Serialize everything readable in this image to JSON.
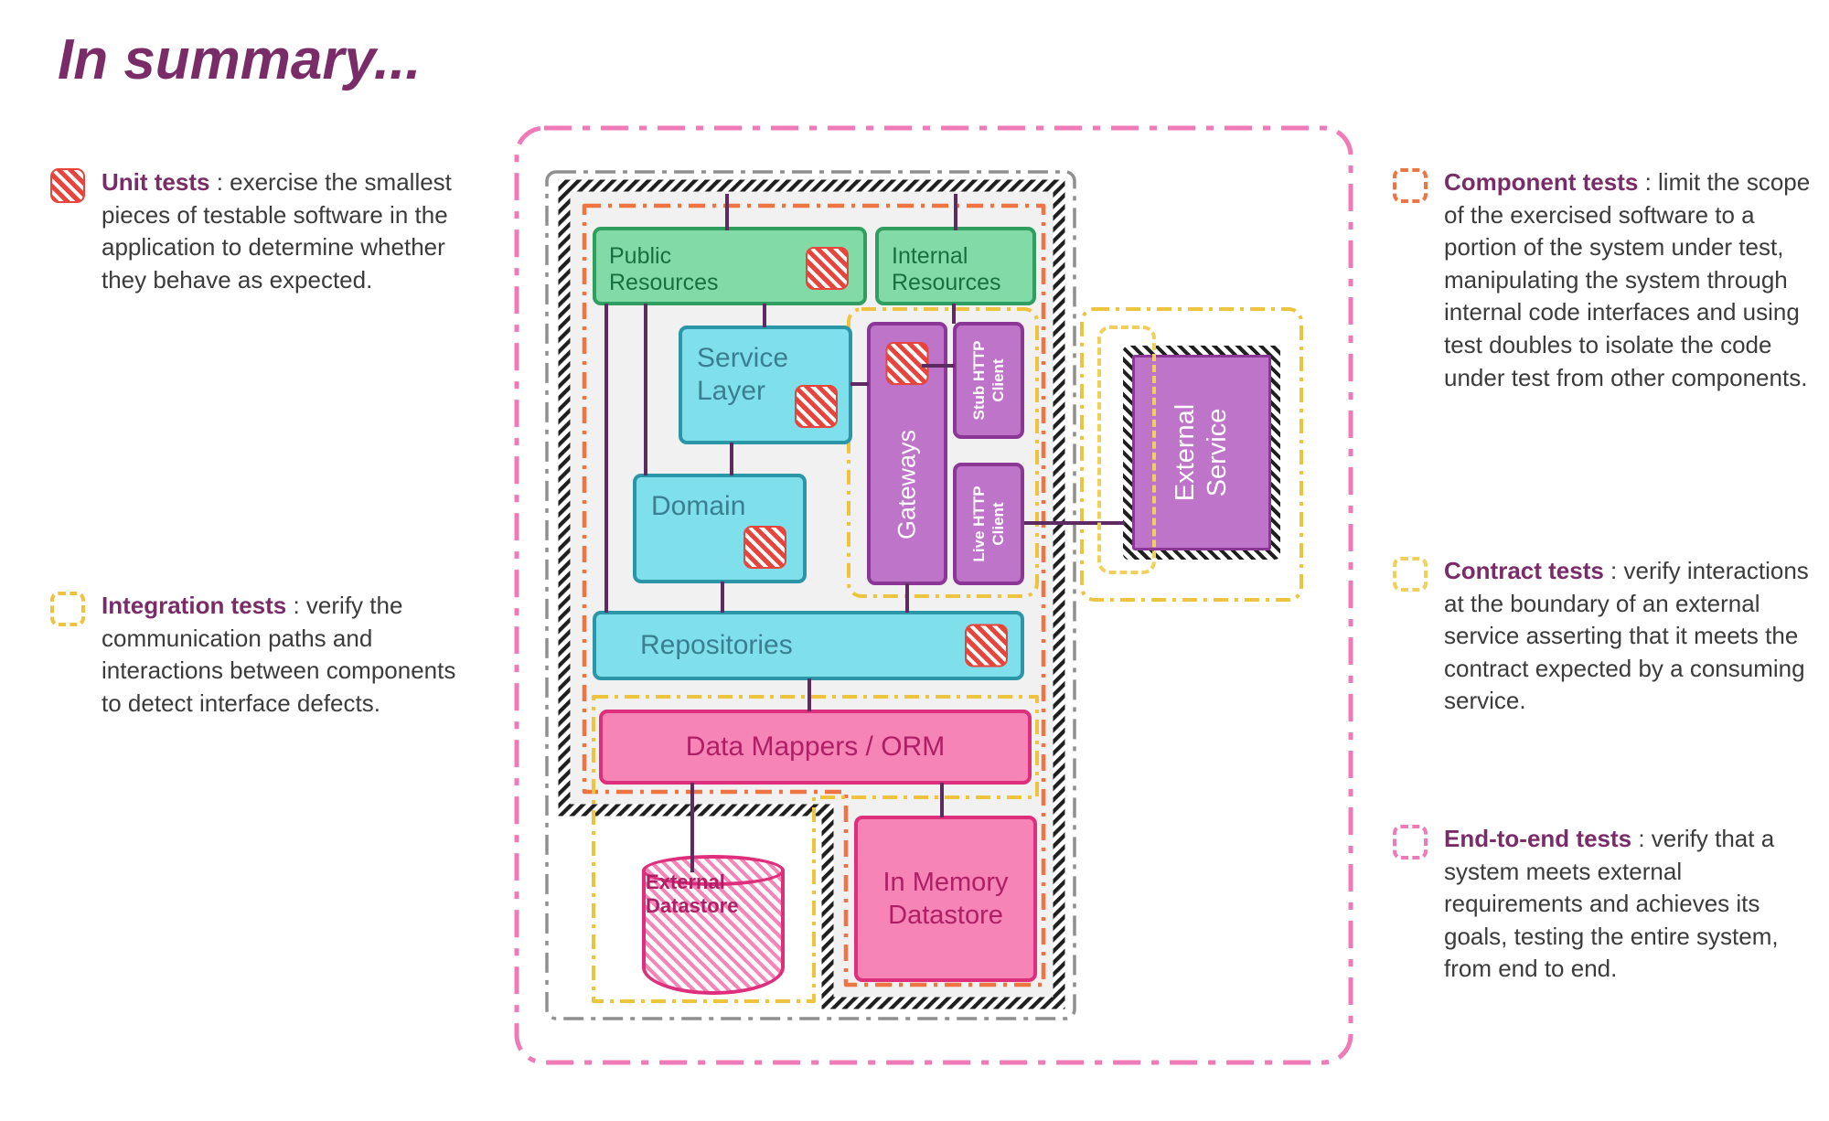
{
  "title": "In summary...",
  "legend": {
    "unit": {
      "icon": "red-hatched-square",
      "term": "Unit tests",
      "desc": " : exercise the smallest pieces of testable software in the application to determine whether they behave as expected."
    },
    "integration": {
      "icon": "yellow-dashed-square",
      "term": "Integration tests",
      "desc": " : verify the communication paths and interactions between components to detect interface defects."
    },
    "component": {
      "icon": "orange-dashed-square",
      "term": "Component tests",
      "desc": " : limit the scope of the exercised software to a portion of the system under test, manipulating the system through internal code interfaces and using test doubles to isolate the code under test from other components."
    },
    "contract": {
      "icon": "pale-yellow-dashed-square",
      "term": "Contract tests",
      "desc": " : verify interactions at the boundary of an external service asserting that it meets the contract expected by a consuming service."
    },
    "end_to_end": {
      "icon": "pink-dashed-square",
      "term": "End-to-end tests",
      "desc": " : verify that a system meets external requirements and achieves its goals, testing the entire system, from end to end."
    }
  },
  "diagram": {
    "nodes": {
      "public_resources": "Public Resources",
      "internal_resources": "Internal Resources",
      "service_layer": "Service Layer",
      "domain": "Domain",
      "gateways": "Gateways",
      "stub_http_client": "Stub HTTP Client",
      "live_http_client": "Live HTTP Client",
      "repositories": "Repositories",
      "data_mappers": "Data Mappers / ORM",
      "in_memory_datastore": "In Memory Datastore",
      "external_datastore": "External Datastore",
      "external_service": "External Service"
    }
  },
  "colors": {
    "heading_purple": "#7a2c68",
    "unit_red": "#e8443c",
    "integration_yellow": "#eec33d",
    "component_orange": "#ef7442",
    "contract_yellow": "#f0d05a",
    "end_to_end_pink": "#f07ab8",
    "green_fill": "#82daa6",
    "green_border": "#2f9e5f",
    "green_text": "#15713f",
    "cyan_fill": "#7fe0ec",
    "cyan_border": "#2b96a8",
    "cyan_text": "#3a7f8f",
    "purple_fill": "#bd74c9",
    "purple_border": "#8a3795",
    "pink_fill": "#f784b6",
    "pink_border": "#dd2f7b",
    "pink_text": "#ad2066",
    "connector_purple": "#5e2a62",
    "gray_boundary": "#8f8f8f"
  }
}
